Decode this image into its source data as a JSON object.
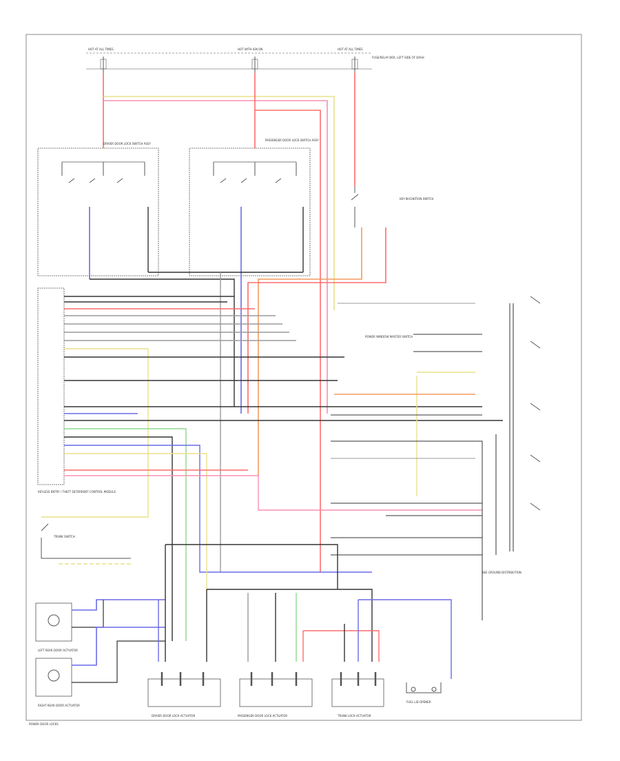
{
  "labels": {
    "fuse_top_left": "HOT AT ALL TIMES",
    "fuse_top_mid": "HOT WITH IGN ON",
    "fuse_top_right": "HOT AT ALL TIMES",
    "fuse_note": "FUSE/RELAY BOX, LEFT SIDE OF DASH",
    "driver_door_lock_switch": "DRIVER DOOR LOCK SWITCH ASSY",
    "pass_door_lock_switch": "PASSENGER DOOR LOCK SWITCH ASSY",
    "key_switch": "KEY-IN-IGNITION SWITCH",
    "control_module": "KEYLESS ENTRY / THEFT DETERRENT CONTROL MODULE",
    "power_window_master": "POWER WINDOW MASTER SWITCH",
    "trunk_switch": "TRUNK SWITCH",
    "left_rear_door_actuator": "LEFT REAR DOOR ACTUATOR",
    "right_rear_door_actuator": "RIGHT REAR DOOR ACTUATOR",
    "driver_door_actuator": "DRIVER DOOR LOCK ACTUATOR",
    "pass_door_actuator": "PASSENGER DOOR LOCK ACTUATOR",
    "trunk_actuator": "TRUNK LOCK ACTUATOR",
    "fuel_lid_opener": "FUEL LID OPENER",
    "ground_note": "SEE GROUND DISTRIBUTION",
    "footer": "POWER DOOR LOCKS"
  },
  "colors": {
    "red": "#ff6b6b",
    "blue": "#6a6ae8",
    "green": "#8ed88e",
    "yellow": "#e8e08a",
    "pink": "#f78fb3",
    "orange": "#f39a5e",
    "dark": "#333333",
    "gray": "#9a9a9a",
    "olive": "#b8a85a"
  }
}
